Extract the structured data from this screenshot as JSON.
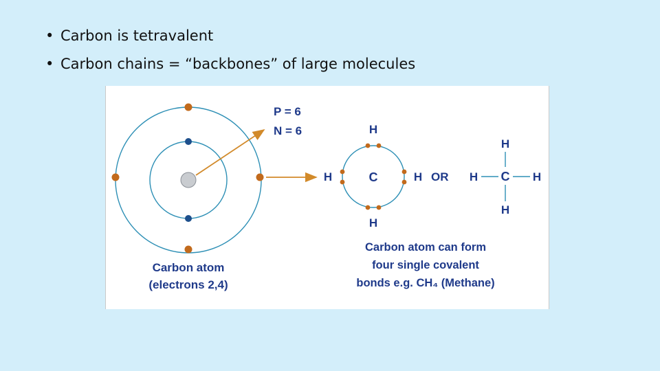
{
  "slide": {
    "bullets": [
      "Carbon is tetravalent",
      "Carbon chains = “backbones” of large molecules"
    ]
  },
  "figure": {
    "protons": "P = 6",
    "neutrons": "N = 6",
    "atom_caption_line1": "Carbon atom",
    "atom_caption_line2": "(electrons 2,4)",
    "ring_top": "H",
    "ring_left": "H",
    "ring_center": "C",
    "ring_right": "H",
    "or_label": "OR",
    "ring_bottom": "H",
    "struct_top": "H",
    "struct_left": "H",
    "struct_center": "C",
    "struct_right": "H",
    "struct_bottom": "H",
    "bond_caption_line1": "Carbon atom can form",
    "bond_caption_line2": "four single covalent",
    "bond_caption_line3": "bonds e.g. CH₄ (Methane)"
  },
  "colors": {
    "orbit": "#2d8fb5",
    "inner_electron": "#1d4f8c",
    "outer_electron": "#c26a1c",
    "arrow": "#d28a2a",
    "label": "#1f3a8a",
    "nucleus": "#c9ccd0"
  }
}
